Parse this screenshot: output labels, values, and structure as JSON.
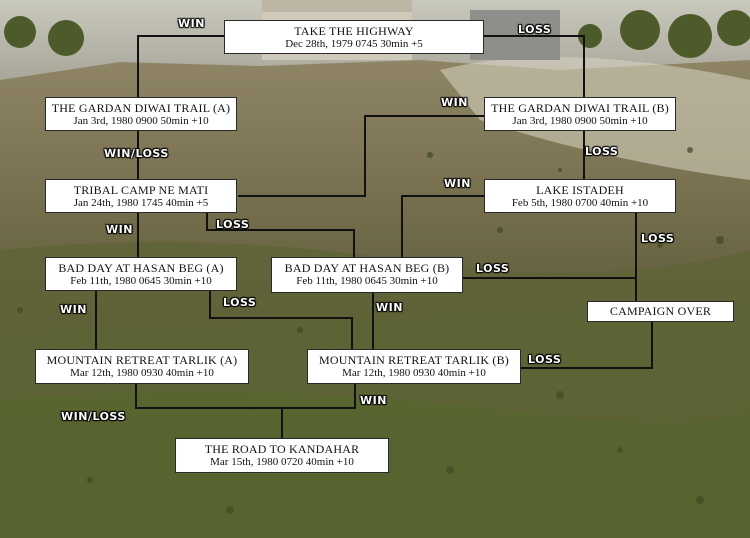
{
  "nodes": [
    {
      "key": "take-highway",
      "title": "TAKE THE HIGHWAY",
      "date": "Dec 28th, 1979 0745 30min +5"
    },
    {
      "key": "gardan-a",
      "title": "THE GARDAN DIWAI TRAIL (A)",
      "date": "Jan 3rd, 1980  0900 50min +10"
    },
    {
      "key": "gardan-b",
      "title": "THE GARDAN DIWAI TRAIL (B)",
      "date": "Jan 3rd, 1980  0900 50min +10"
    },
    {
      "key": "tribal-camp",
      "title": "TRIBAL CAMP NE MATI",
      "date": "Jan 24th, 1980  1745  40min +5"
    },
    {
      "key": "lake-istadeh",
      "title": "LAKE ISTADEH",
      "date": "Feb 5th, 1980  0700  40min +10"
    },
    {
      "key": "hasan-beg-a",
      "title": "BAD DAY AT HASAN BEG (A)",
      "date": "Feb 11th, 1980  0645  30min +10"
    },
    {
      "key": "hasan-beg-b",
      "title": "BAD DAY AT HASAN BEG (B)",
      "date": "Feb 11th, 1980  0645  30min +10"
    },
    {
      "key": "campaign-over",
      "title": "CAMPAIGN OVER",
      "date": ""
    },
    {
      "key": "tarlik-a",
      "title": "MOUNTAIN RETREAT TARLIK (A)",
      "date": "Mar 12th, 1980  0930  40min +10"
    },
    {
      "key": "tarlik-b",
      "title": "MOUNTAIN RETREAT TARLIK (B)",
      "date": "Mar 12th, 1980  0930  40min +10"
    },
    {
      "key": "kandahar",
      "title": "THE ROAD TO KANDAHAR",
      "date": "Mar 15th, 1980  0720  40min +10"
    }
  ],
  "labels": [
    {
      "key": "highway-win",
      "text": "WIN"
    },
    {
      "key": "highway-loss",
      "text": "LOSS"
    },
    {
      "key": "gardan-a-winloss",
      "text": "WIN/LOSS"
    },
    {
      "key": "tribal-win",
      "text": "WIN"
    },
    {
      "key": "tribal-loss",
      "text": "LOSS"
    },
    {
      "key": "gardan-b-win",
      "text": "WIN"
    },
    {
      "key": "gardan-b-loss",
      "text": "LOSS"
    },
    {
      "key": "lake-win",
      "text": "WIN"
    },
    {
      "key": "lake-loss",
      "text": "LOSS"
    },
    {
      "key": "hasan-a-win",
      "text": "WIN"
    },
    {
      "key": "hasan-a-loss",
      "text": "LOSS"
    },
    {
      "key": "hasan-b-win",
      "text": "WIN"
    },
    {
      "key": "hasan-b-loss",
      "text": "LOSS"
    },
    {
      "key": "tarlik-b-loss",
      "text": "LOSS"
    },
    {
      "key": "tarlik-a-winloss",
      "text": "WIN/LOSS"
    },
    {
      "key": "tarlik-b-win",
      "text": "WIN"
    }
  ],
  "colors": {
    "line": "#111111",
    "box": "#ffffff",
    "label": "#ffffff"
  }
}
